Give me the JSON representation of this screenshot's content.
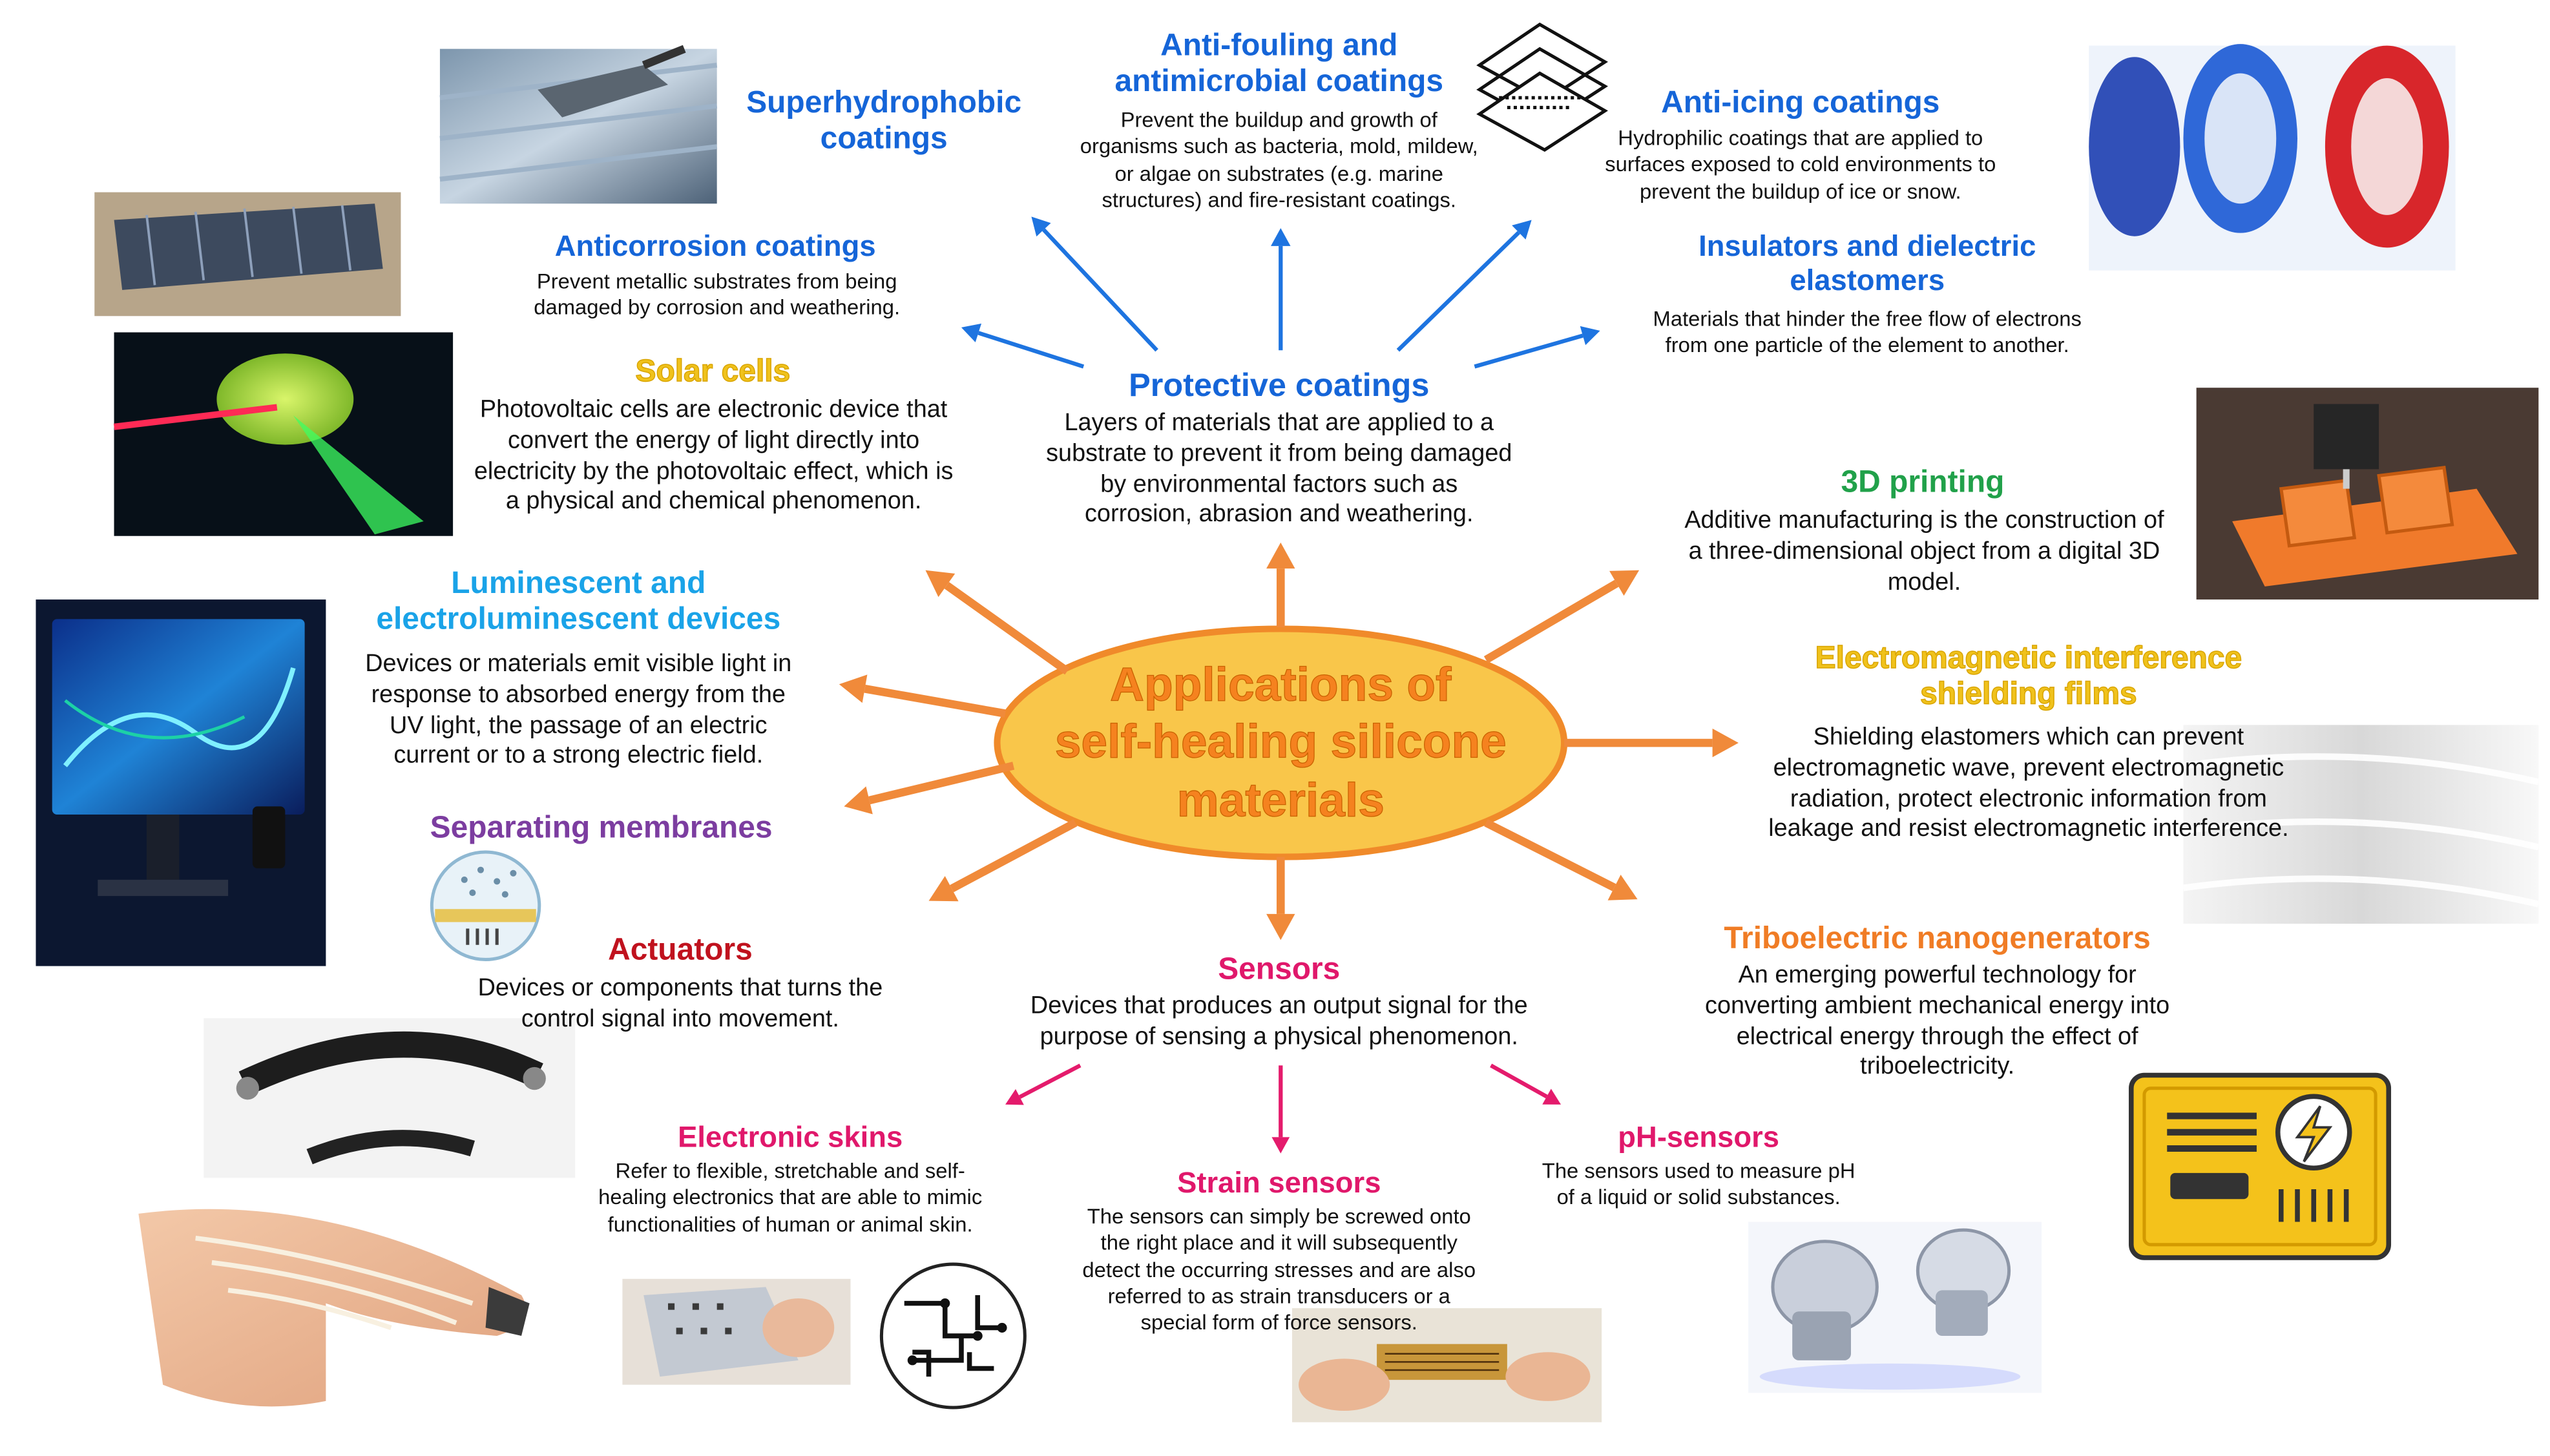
{
  "center": {
    "title_lines": [
      "Applications of",
      "self-healing silicone",
      "materials"
    ]
  },
  "protective": {
    "title": "Protective coatings",
    "desc_lines": [
      "Layers of materials that are applied to a",
      "substrate to prevent it from being damaged",
      "by environmental factors such as",
      "corrosion, abrasion and weathering."
    ]
  },
  "superhydrophobic": {
    "title_lines": [
      "Superhydrophobic",
      "coatings"
    ]
  },
  "antifouling": {
    "title_lines": [
      "Anti-fouling and",
      "antimicrobial coatings"
    ],
    "desc_lines": [
      "Prevent the buildup and growth of",
      "organisms such as bacteria, mold, mildew,",
      "or algae on substrates (e.g. marine",
      "structures) and fire-resistant coatings."
    ]
  },
  "antiicing": {
    "title": "Anti-icing coatings",
    "desc_lines": [
      "Hydrophilic coatings that are applied to",
      "surfaces exposed to cold environments to",
      "prevent the buildup of ice or snow."
    ]
  },
  "anticorrosion": {
    "title": "Anticorrosion coatings",
    "desc_lines": [
      "Prevent metallic substrates from being",
      "damaged by corrosion and weathering."
    ]
  },
  "insulators": {
    "title_lines": [
      "Insulators and dielectric",
      "elastomers"
    ],
    "desc_lines": [
      "Materials that hinder the free flow of electrons",
      "from one particle of the element to another."
    ]
  },
  "solar": {
    "title": "Solar cells",
    "desc_lines": [
      "Photovoltaic cells are electronic device that",
      "convert the energy of light directly into",
      "electricity by the photovoltaic effect, which is",
      "a physical and chemical phenomenon."
    ]
  },
  "printing": {
    "title": "3D printing",
    "desc_lines": [
      "Additive manufacturing is the construction of",
      "a three-dimensional object from a digital 3D",
      "model."
    ]
  },
  "luminescent": {
    "title_lines": [
      "Luminescent and",
      "electroluminescent devices"
    ],
    "desc_lines": [
      "Devices or materials emit visible light in",
      "response to absorbed energy from the",
      "UV light, the passage of an electric",
      "current or to a strong electric field."
    ]
  },
  "emi": {
    "title_lines": [
      "Electromagnetic interference",
      "shielding films"
    ],
    "desc_lines": [
      "Shielding elastomers which can prevent",
      "electromagnetic wave, prevent electromagnetic",
      "radiation, protect electronic information from",
      "leakage and resist electromagnetic interference."
    ]
  },
  "membranes": {
    "title": "Separating membranes"
  },
  "actuators": {
    "title": "Actuators",
    "desc_lines": [
      "Devices or components that turns the",
      "control signal into movement."
    ]
  },
  "sensors": {
    "title": "Sensors",
    "desc_lines": [
      "Devices that produces an output signal for the",
      "purpose of sensing a physical phenomenon."
    ]
  },
  "triboelectric": {
    "title": "Triboelectric nanogenerators",
    "desc_lines": [
      "An emerging powerful technology for",
      "converting ambient mechanical energy into",
      "electrical energy through the effect of",
      "triboelectricity."
    ]
  },
  "eskins": {
    "title": "Electronic skins",
    "desc_lines": [
      "Refer to flexible, stretchable and self-",
      "healing electronics that are able to mimic",
      "functionalities of human or animal skin."
    ]
  },
  "strain": {
    "title": "Strain sensors",
    "desc_lines": [
      "The sensors can simply be screwed onto",
      "the right place and it will subsequently",
      "detect the occurring stresses and are also",
      "referred to as strain transducers or a",
      "special form of force sensors."
    ]
  },
  "ph": {
    "title": "pH-sensors",
    "desc_lines": [
      "The sensors used to measure pH",
      "of a liquid or solid substances."
    ]
  },
  "colors": {
    "orange_arrow": "#f08a3a",
    "blue_arrow": "#1e74e0",
    "pink_arrow": "#e41b6c",
    "ellipse_fill": "#f9c64a",
    "ellipse_stroke": "#f08a2a"
  }
}
